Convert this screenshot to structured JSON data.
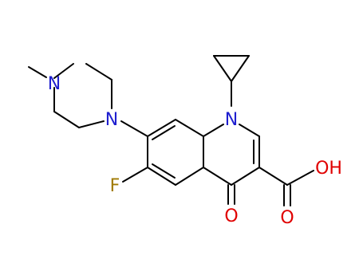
{
  "atoms": {
    "n_methyl": "N",
    "n_piperazine": "N",
    "n_quinolone": "N",
    "fluorine": "F",
    "keto_oxygen": "O",
    "carbonyl_oxygen": "O",
    "hydroxyl": "OH"
  },
  "colors": {
    "bond": "#000000",
    "nitrogen": "#1f1fcf",
    "oxygen": "#e00000",
    "fluorine": "#a07a00"
  }
}
